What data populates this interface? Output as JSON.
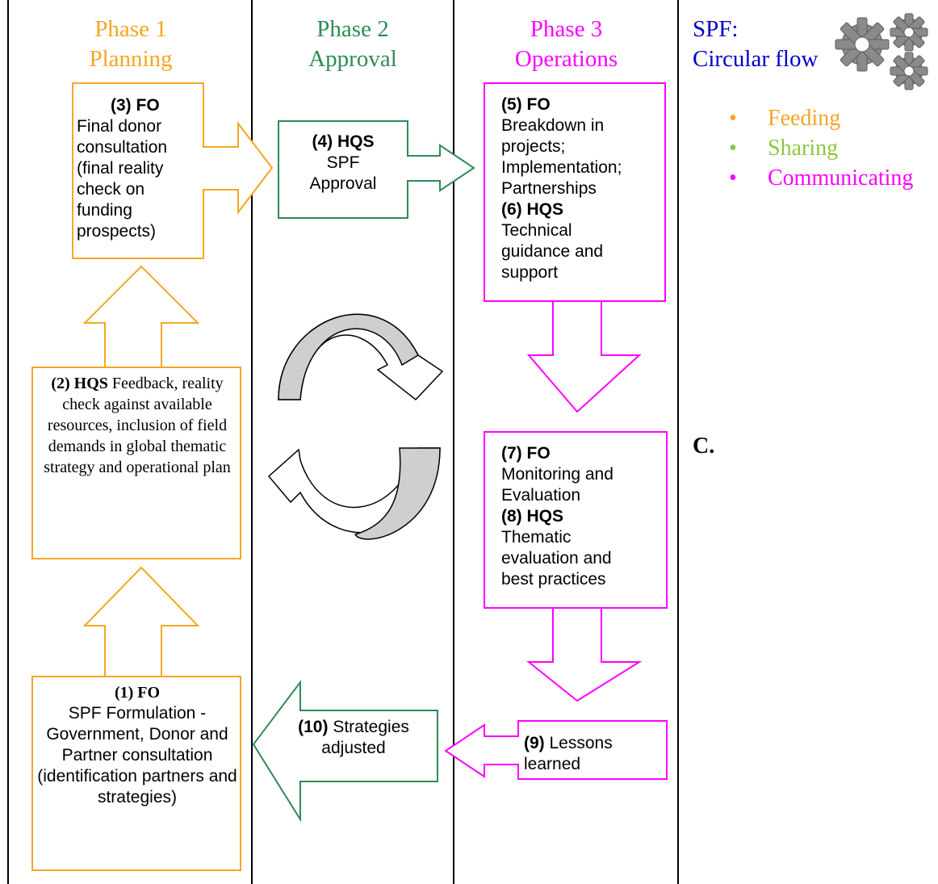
{
  "colors": {
    "orange": "#F5A623",
    "green": "#2E8B57",
    "magenta": "#FF00FF",
    "blue": "#0000CC",
    "lime": "#8DC63F",
    "gray": "#CFCFCF",
    "black": "#000000"
  },
  "phases": [
    {
      "line1": "Phase 1",
      "line2": "Planning"
    },
    {
      "line1": "Phase 2",
      "line2": "Approval"
    },
    {
      "line1": "Phase 3",
      "line2": "Operations"
    }
  ],
  "spf": {
    "line1": "SPF:",
    "line2": "Circular flow",
    "icon": "gears-icon"
  },
  "legend": [
    {
      "label": "Feeding",
      "bullet": "•"
    },
    {
      "label": "Sharing",
      "bullet": "•"
    },
    {
      "label": "Communicating",
      "bullet": "•"
    }
  ],
  "steps": {
    "s1": {
      "num": "(1)",
      "actor": "FO",
      "body": "SPF Formulation - Government, Donor and Partner consultation (identification partners and strategies)"
    },
    "s2": {
      "num": "(2)",
      "actor": "HQS",
      "body": " Feedback, reality check against available resources, inclusion of field demands  in global thematic strategy and operational plan"
    },
    "s3": {
      "num": "(3)",
      "actor": "FO",
      "body": "Final donor consultation (final reality check on funding prospects)"
    },
    "s4": {
      "num": "(4)",
      "actor": "HQS",
      "body": "SPF Approval"
    },
    "s5": {
      "num": "(5)",
      "actor": "FO",
      "body": "Breakdown in projects; Implementation; Partnerships"
    },
    "s6": {
      "num": "(6)",
      "actor": "HQS",
      "body": "Technical guidance and support"
    },
    "s7": {
      "num": "(7)",
      "actor": "FO",
      "body": "Monitoring and Evaluation"
    },
    "s8": {
      "num": "(8)",
      "actor": "HQS",
      "body": "Thematic evaluation and best practices"
    },
    "s9": {
      "num": "(9)",
      "body": " Lessons learned"
    },
    "s10": {
      "num": "(10)",
      "body": " Strategies adjusted"
    }
  },
  "side_letter": "C."
}
